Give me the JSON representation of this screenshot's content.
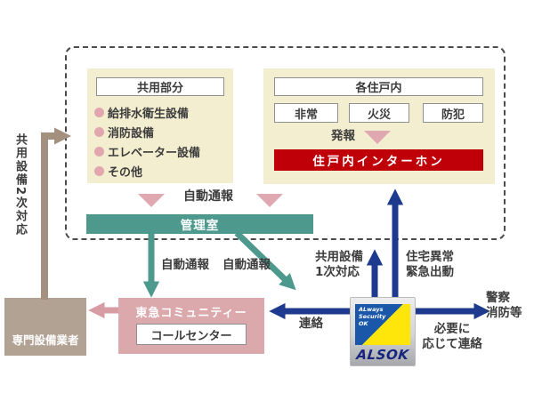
{
  "colors": {
    "cream_box": "#f3eed0",
    "teal": "#4e998e",
    "red": "#bf0009",
    "pink_box": "#dba8ab",
    "pink_triangle": "#e0a9b2",
    "rose_arrow": "#d79ba3",
    "navy": "#1d3a8e",
    "brown": "#a3907e",
    "brown_box": "#b2a294",
    "alsok_blue": "#1a57a8",
    "alsok_yellow": "#ffe60a"
  },
  "diagram": {
    "frame": {
      "common_box": {
        "title": "共用部分",
        "items": [
          "給排水衛生設備",
          "消防設備",
          "エレベーター設備",
          "その他"
        ]
      },
      "unit_box": {
        "title": "各住戸内",
        "alarm_buttons": [
          "非常",
          "火災",
          "防犯"
        ],
        "alert_label": "発報",
        "interphone_label": "住戸内インターホン"
      },
      "management_room_label": "管理室"
    },
    "labels": {
      "auto_report_top": "自動通報",
      "auto_report_mid_left": "自動通報",
      "auto_report_mid_right": "自動通報",
      "common_primary_line1": "共用設備",
      "common_primary_line2": "1次対応",
      "residence_alert_line1": "住宅異常",
      "residence_alert_line2": "緊急出動",
      "contact": "連絡",
      "as_needed_line1": "必要に",
      "as_needed_line2": "応じて連絡",
      "police_line1": "警察",
      "police_line2": "消防等",
      "common_secondary_vertical": "共用設備2次対応"
    },
    "tokyu_box": {
      "title": "東急コミュニティー",
      "sub_label": "コールセンター"
    },
    "specialist_box_label": "専門設備業者",
    "alsok": {
      "tagline_line1": "ALways",
      "tagline_line2": "Security",
      "tagline_line3": "OK",
      "wordmark": "ALSOK"
    }
  }
}
